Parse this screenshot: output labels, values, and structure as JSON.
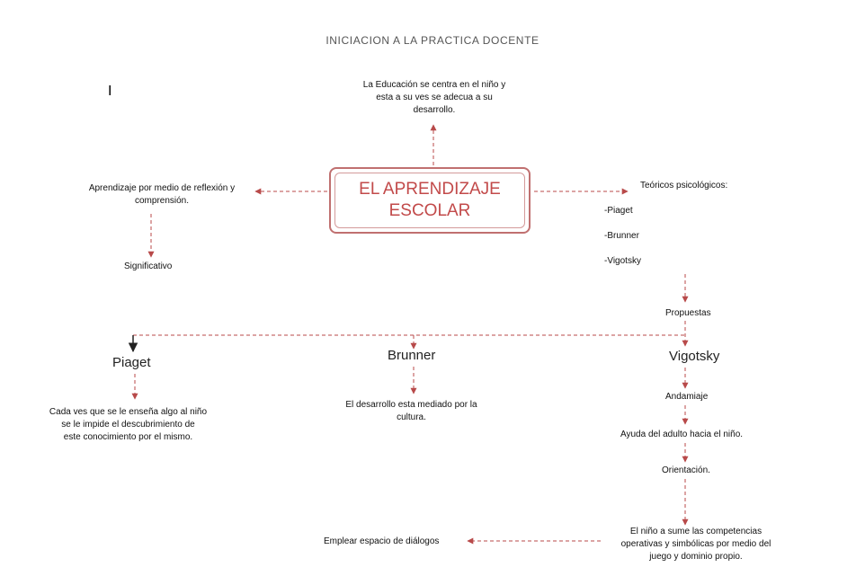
{
  "doc_title": "INICIACION A LA PRACTICA DOCENTE",
  "cursor": "I",
  "central": "EL APRENDIZAJE\nESCOLAR",
  "nodes": {
    "education": [
      "La Educación  se centra en el niño  y",
      "esta a su ves se adecua a su",
      "desarrollo."
    ],
    "reflexion": [
      "Aprendizaje por medio de reflexión  y",
      "comprensión."
    ],
    "significativo": "Significativo",
    "teoricos": "Teóricos  psicológicos:",
    "theorist_list": [
      "-Piaget",
      "-Brunner",
      "-Vigotsky"
    ],
    "propuestas": "Propuestas",
    "piaget": "Piaget",
    "brunner": "Brunner",
    "vigotsky": "Vigotsky",
    "piaget_text": [
      "Cada ves que se le enseña algo al niño",
      "se le impide  el descubrimiento  de",
      "este conocimiento  por el mismo."
    ],
    "brunner_text": [
      "El desarrollo esta  mediado  por la",
      "cultura."
    ],
    "andamiaje": "Andamiaje",
    "ayuda": "Ayuda del  adulto  hacia el niño.",
    "orientacion": "Orientación.",
    "competencias": [
      "El niño a sume las competencias",
      "operativas y simbólicas  por medio del",
      "juego y dominio  propio."
    ],
    "dialogos": "Emplear espacio de diálogos"
  },
  "colors": {
    "connector": "#b84a4a",
    "central_border": "#c07070",
    "central_text": "#c24a4a"
  }
}
